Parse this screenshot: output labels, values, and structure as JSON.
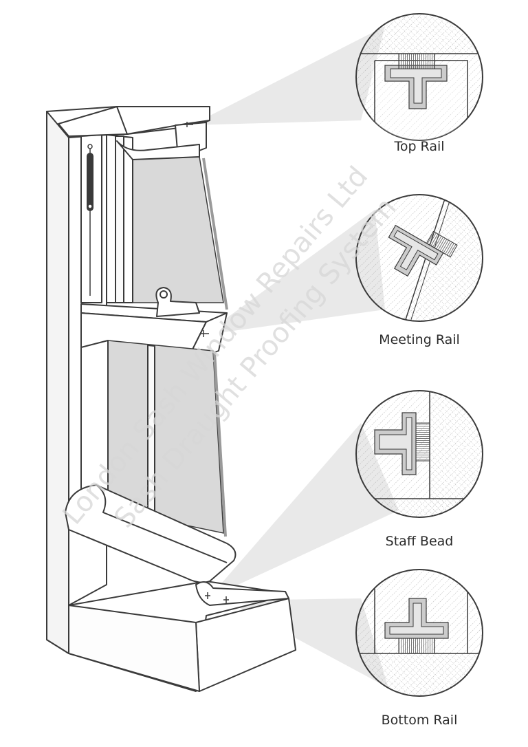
{
  "labels": {
    "top_rail": "Top Rail",
    "meeting_rail": "Meeting Rail",
    "staff_bead": "Staff Bead",
    "bottom_rail": "Bottom Rail"
  },
  "watermark": {
    "line1": "London Sash Window Repairs Ltd",
    "line2": "Sash Draught Proofing System"
  },
  "colors": {
    "outline": "#3a3a3a",
    "glass": "#d9d9d9",
    "callout": "#e6e6e6",
    "brush": "#8a8a8a"
  }
}
